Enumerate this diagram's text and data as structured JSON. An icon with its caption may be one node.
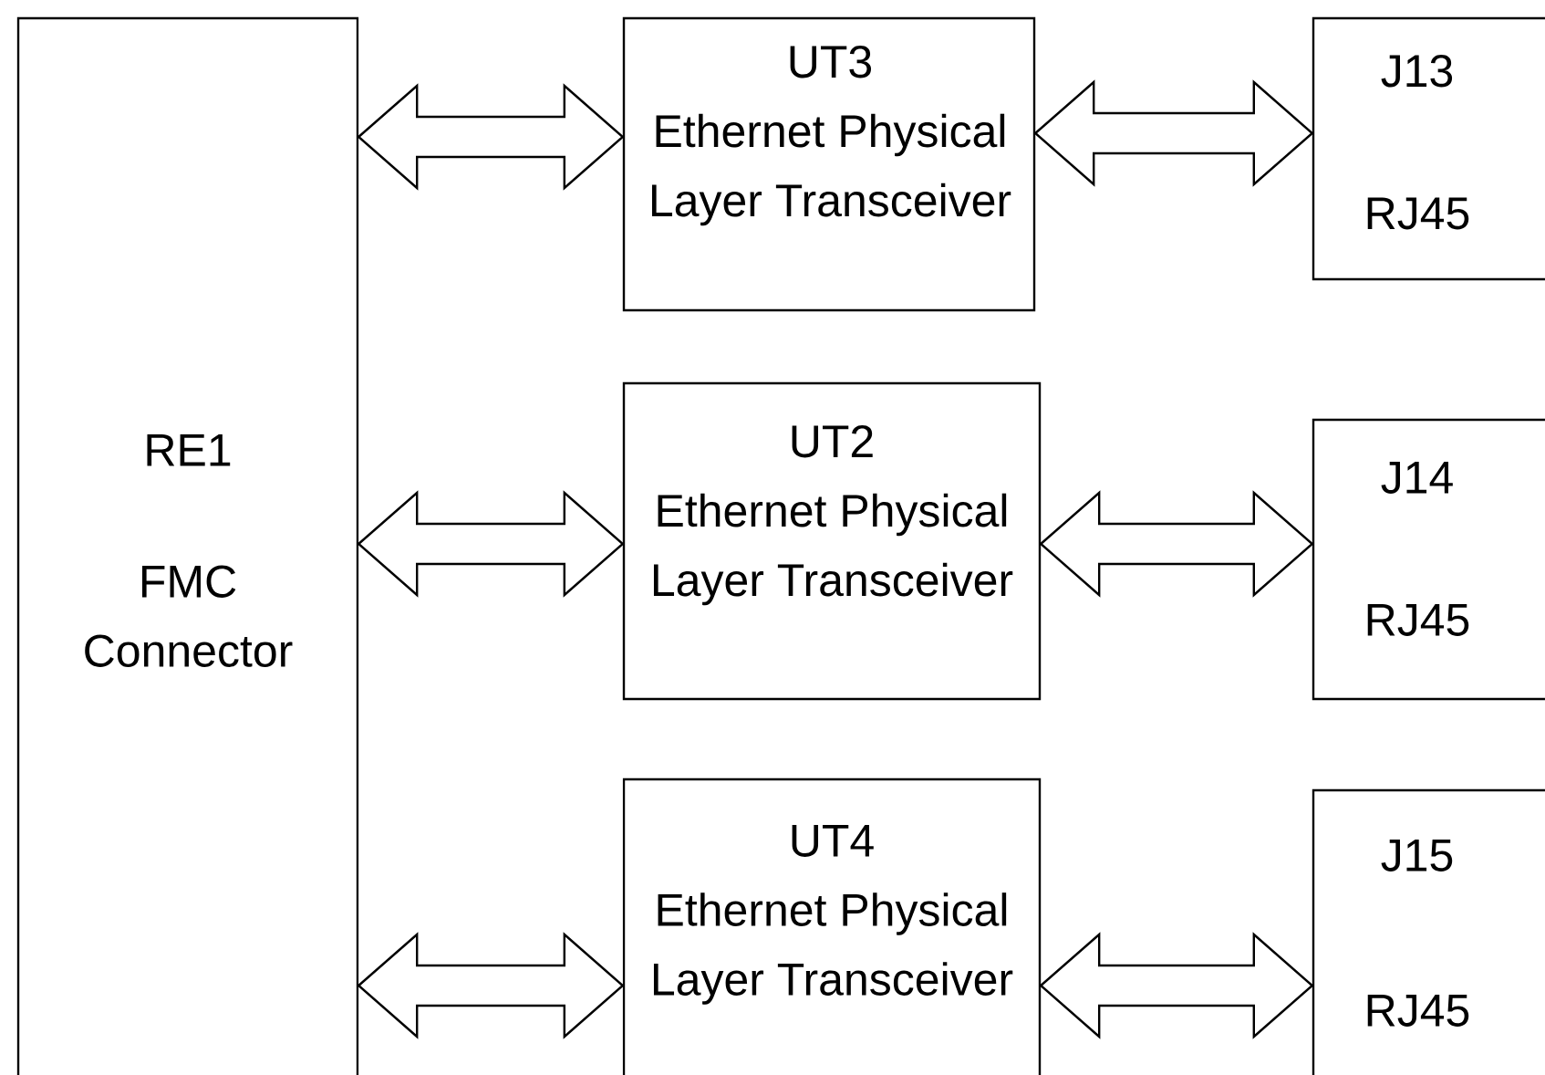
{
  "diagram": {
    "nodes": [
      {
        "text": [
          "RE1",
          "FMC Connector"
        ]
      },
      {
        "text": [
          "UT3",
          "Ethernet Physical Layer Transceiver"
        ]
      },
      {
        "text": [
          "J13",
          "RJ45"
        ]
      },
      {
        "text": [
          "UT2",
          "Ethernet Physical Layer Transceiver"
        ]
      },
      {
        "text": [
          "J14",
          "RJ45"
        ]
      },
      {
        "text": [
          "UT4",
          "Ethernet Physical Layer Transceiver"
        ]
      },
      {
        "text": [
          "J15",
          "RJ45"
        ]
      }
    ],
    "edges": [
      {
        "from": 0,
        "to": 1,
        "arrow": "both"
      },
      {
        "from": 1,
        "to": 2,
        "arrow": "both"
      },
      {
        "from": 0,
        "to": 3,
        "arrow": "both"
      },
      {
        "from": 3,
        "to": 4,
        "arrow": "both"
      },
      {
        "from": 0,
        "to": 5,
        "arrow": "both"
      },
      {
        "from": 5,
        "to": 6,
        "arrow": "both"
      }
    ]
  }
}
